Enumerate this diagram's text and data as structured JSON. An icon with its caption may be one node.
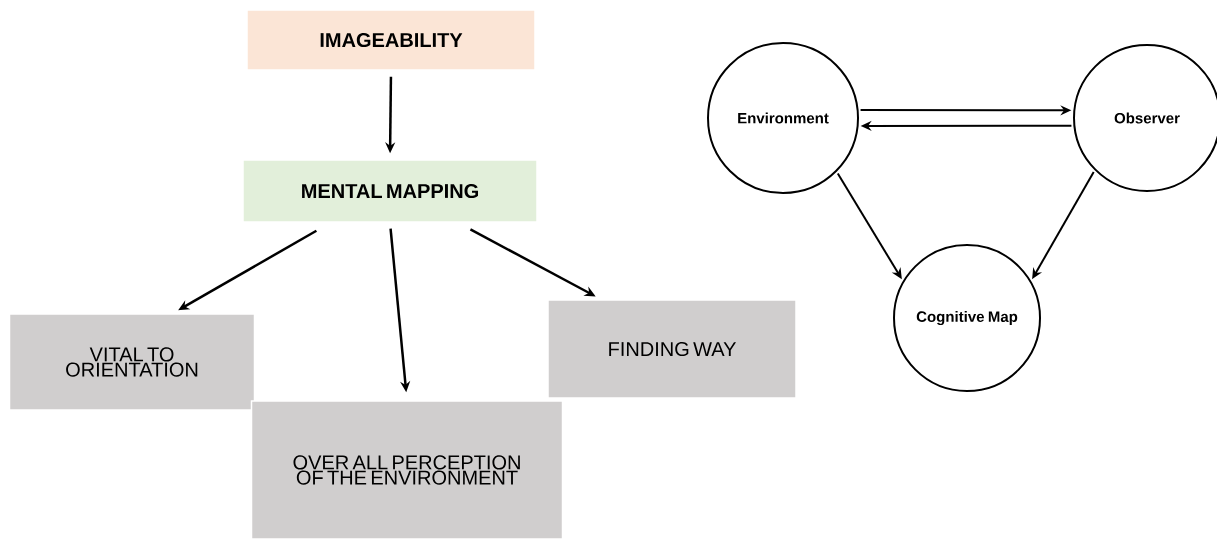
{
  "diagram": {
    "nodes": [
      {
        "text": [
          "IMAGEABILITY"
        ]
      },
      {
        "text": [
          "MENTAL MAPPING"
        ]
      },
      {
        "text": [
          "VITAL TO ORIENTATION"
        ]
      },
      {
        "text": [
          "OVER ALL PERCEPTION OF THE ENVIRONMENT"
        ]
      },
      {
        "text": [
          "FINDING WAY"
        ]
      },
      {
        "text": [
          "Environment"
        ]
      },
      {
        "text": [
          "Observer"
        ]
      },
      {
        "text": [
          "Cognitive Map"
        ]
      }
    ],
    "edges": [
      {
        "from": 0,
        "to": 1,
        "arrow": "to"
      },
      {
        "from": 1,
        "to": 2,
        "arrow": "to"
      },
      {
        "from": 1,
        "to": 3,
        "arrow": "to"
      },
      {
        "from": 1,
        "to": 4,
        "arrow": "to"
      },
      {
        "from": 5,
        "to": 6,
        "arrow": "to"
      },
      {
        "from": 6,
        "to": 5,
        "arrow": "to"
      },
      {
        "from": 5,
        "to": 7,
        "arrow": "to"
      },
      {
        "from": 6,
        "to": 7,
        "arrow": "to"
      }
    ]
  }
}
